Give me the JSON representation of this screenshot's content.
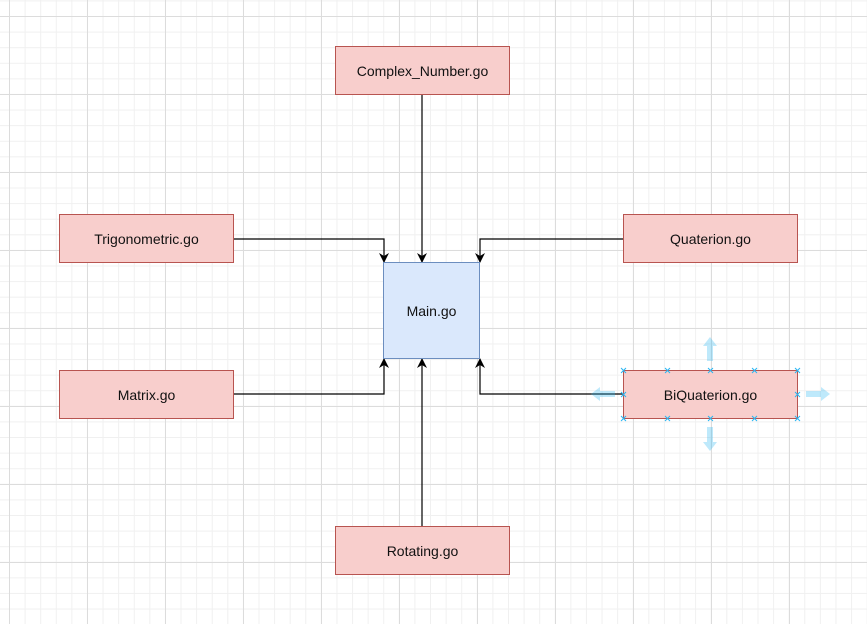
{
  "diagram": {
    "nodes": {
      "complex_number": "Complex_Number.go",
      "trigonometric": "Trigonometric.go",
      "quaterion": "Quaterion.go",
      "main": "Main.go",
      "matrix": "Matrix.go",
      "biquaterion": "BiQuaterion.go",
      "rotating": "Rotating.go"
    },
    "edges": [
      {
        "from": "Complex_Number.go",
        "to": "Main.go"
      },
      {
        "from": "Trigonometric.go",
        "to": "Main.go"
      },
      {
        "from": "Quaterion.go",
        "to": "Main.go"
      },
      {
        "from": "Matrix.go",
        "to": "Main.go"
      },
      {
        "from": "BiQuaterion.go",
        "to": "Main.go"
      },
      {
        "from": "Rotating.go",
        "to": "Main.go"
      }
    ],
    "selected_node": "BiQuaterion.go",
    "colors": {
      "node_fill": "#f8cecc",
      "node_stroke": "#b85450",
      "main_fill": "#dae8fc",
      "main_stroke": "#6c8ebf",
      "edge": "#000000",
      "selection": "#29b6f2"
    }
  }
}
